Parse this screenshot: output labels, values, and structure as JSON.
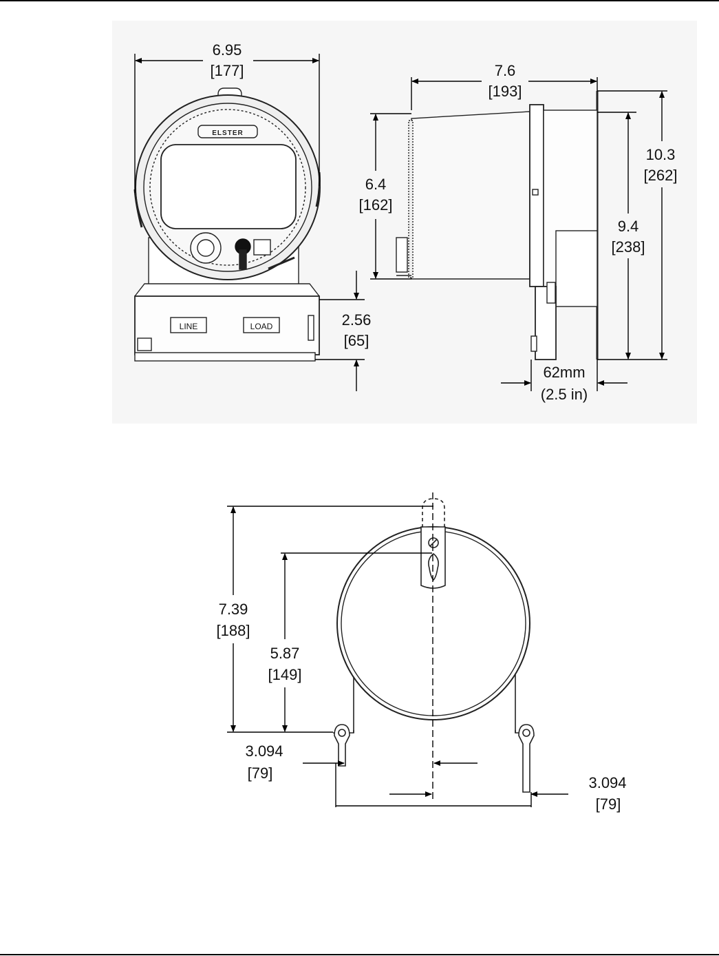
{
  "front_view": {
    "brand_label": "ELSTER",
    "line_label": "LINE",
    "load_label": "LOAD",
    "width_in": "6.95",
    "width_mm": "[177]",
    "base_height_in": "2.56",
    "base_height_mm": "[65]"
  },
  "side_view": {
    "depth_in": "7.6",
    "depth_mm": "[193]",
    "body_height_in": "6.4",
    "body_height_mm": "[162]",
    "height_total_in": "10.3",
    "height_total_mm": "[262]",
    "height_inner_in": "9.4",
    "height_inner_mm": "[238]",
    "base_depth_mm": "62mm",
    "base_depth_in": "(2.5 in)"
  },
  "mounting_view": {
    "height_total_in": "7.39",
    "height_total_mm": "[188]",
    "height_slot_in": "5.87",
    "height_slot_mm": "[149]",
    "left_offset_in": "3.094",
    "left_offset_mm": "[79]",
    "right_offset_in": "3.094",
    "right_offset_mm": "[79]"
  }
}
